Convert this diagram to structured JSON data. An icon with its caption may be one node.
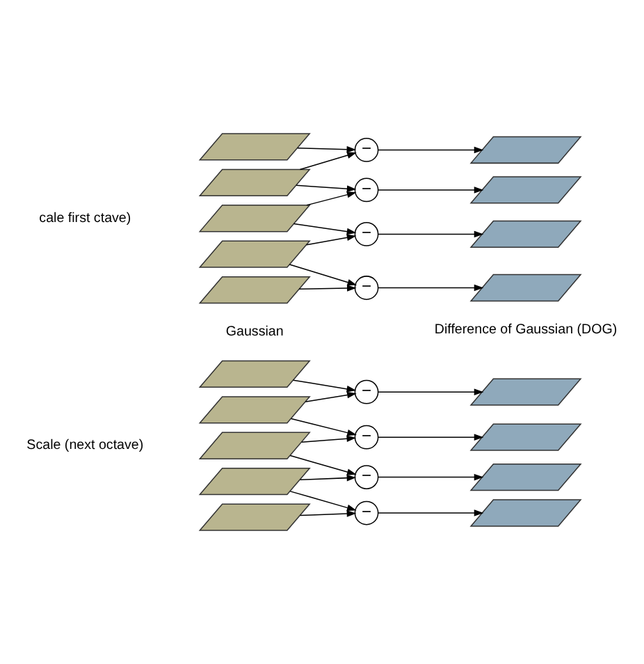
{
  "diagram": {
    "nodes": [
      {
        "text": [],
        "shape": "grid"
      },
      {
        "text": [],
        "shape": "grid"
      },
      {
        "text": [],
        "shape": "grid"
      },
      {
        "text": [],
        "shape": "grid"
      },
      {
        "text": [],
        "shape": "grid"
      },
      {
        "text": [
          "−"
        ]
      },
      {
        "text": [
          "−"
        ]
      },
      {
        "text": [
          "−"
        ]
      },
      {
        "text": [
          "−"
        ]
      },
      {
        "text": [],
        "shape": "grid"
      },
      {
        "text": [],
        "shape": "grid"
      },
      {
        "text": [],
        "shape": "grid"
      },
      {
        "text": [],
        "shape": "grid"
      },
      {
        "text": [],
        "shape": "grid"
      },
      {
        "text": [],
        "shape": "grid"
      },
      {
        "text": [],
        "shape": "grid"
      },
      {
        "text": [],
        "shape": "grid"
      },
      {
        "text": [],
        "shape": "grid"
      },
      {
        "text": [
          "−"
        ]
      },
      {
        "text": [
          "−"
        ]
      },
      {
        "text": [
          "−"
        ]
      },
      {
        "text": [
          "−"
        ]
      },
      {
        "text": [],
        "shape": "grid"
      },
      {
        "text": [],
        "shape": "grid"
      },
      {
        "text": [],
        "shape": "grid"
      },
      {
        "text": [],
        "shape": "grid"
      }
    ],
    "edges": [
      {
        "from": 0,
        "to": 5,
        "arrow": "to"
      },
      {
        "from": 1,
        "to": 5,
        "arrow": "to"
      },
      {
        "from": 5,
        "to": 9,
        "arrow": "to"
      },
      {
        "from": 1,
        "to": 6,
        "arrow": "to"
      },
      {
        "from": 2,
        "to": 6,
        "arrow": "to"
      },
      {
        "from": 6,
        "to": 10,
        "arrow": "to"
      },
      {
        "from": 2,
        "to": 7,
        "arrow": "to"
      },
      {
        "from": 3,
        "to": 7,
        "arrow": "to"
      },
      {
        "from": 7,
        "to": 11,
        "arrow": "to"
      },
      {
        "from": 3,
        "to": 8,
        "arrow": "to"
      },
      {
        "from": 4,
        "to": 8,
        "arrow": "to"
      },
      {
        "from": 8,
        "to": 12,
        "arrow": "to"
      },
      {
        "from": 13,
        "to": 18,
        "arrow": "to"
      },
      {
        "from": 14,
        "to": 18,
        "arrow": "to"
      },
      {
        "from": 18,
        "to": 22,
        "arrow": "to"
      },
      {
        "from": 14,
        "to": 19,
        "arrow": "to"
      },
      {
        "from": 15,
        "to": 19,
        "arrow": "to"
      },
      {
        "from": 19,
        "to": 23,
        "arrow": "to"
      },
      {
        "from": 15,
        "to": 20,
        "arrow": "to"
      },
      {
        "from": 16,
        "to": 20,
        "arrow": "to"
      },
      {
        "from": 20,
        "to": 24,
        "arrow": "to"
      },
      {
        "from": 16,
        "to": 21,
        "arrow": "to"
      },
      {
        "from": 17,
        "to": 21,
        "arrow": "to"
      },
      {
        "from": 21,
        "to": 25,
        "arrow": "to"
      }
    ],
    "labels": [
      "Scale (next octave)",
      "cale first ctave)",
      "Gaussian",
      "Difference of Gaussian (DOG)"
    ]
  }
}
